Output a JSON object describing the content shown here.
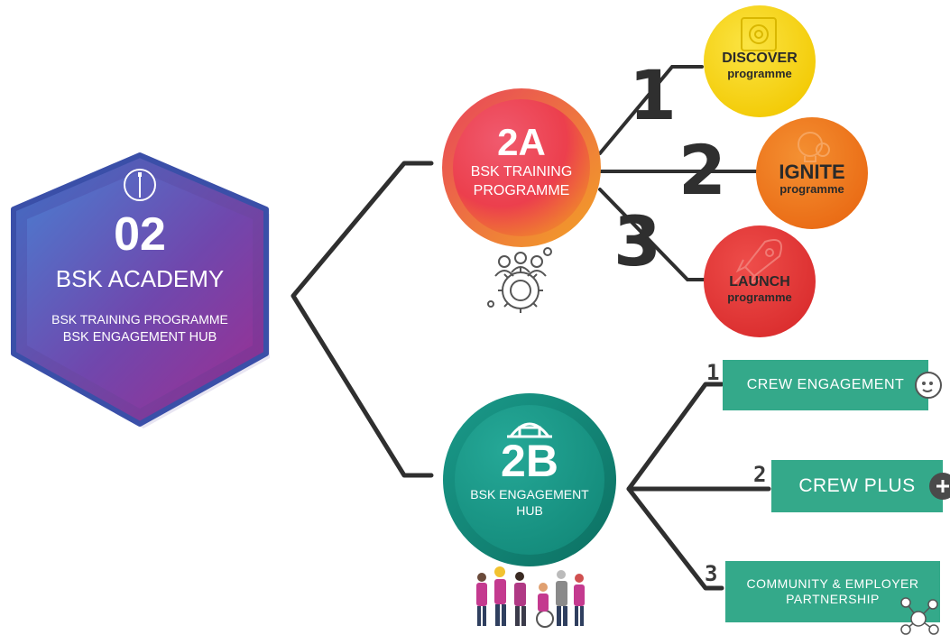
{
  "academy": {
    "number": "02",
    "title": "BSK ACADEMY",
    "line1": "BSK TRAINING PROGRAMME",
    "line2": "BSK ENGAGEMENT HUB"
  },
  "training": {
    "code": "2A",
    "line1": "BSK TRAINING",
    "line2": "PROGRAMME",
    "programmes": [
      {
        "number": "1",
        "name": "DISCOVER",
        "sub": "programme"
      },
      {
        "number": "2",
        "name": "IGNITE",
        "sub": "programme"
      },
      {
        "number": "3",
        "name": "LAUNCH",
        "sub": "programme"
      }
    ]
  },
  "hub": {
    "code": "2B",
    "line1": "BSK ENGAGEMENT",
    "line2": "HUB",
    "items": [
      {
        "number": "1",
        "line1": "CREW ENGAGEMENT",
        "line2": ""
      },
      {
        "number": "2",
        "line1": "CREW PLUS",
        "line2": ""
      },
      {
        "number": "3",
        "line1": "COMMUNITY & EMPLOYER",
        "line2": "PARTNERSHIP"
      }
    ]
  },
  "colors": {
    "connector": "#2f2f2f",
    "discover": "#f7d417",
    "ignite": "#ef7b1c",
    "launch": "#e43c35",
    "hub_box": "#34a98a"
  },
  "icons": [
    "compass-icon",
    "team-gear-icon",
    "lightbulb-gear-icon",
    "rocket-icon",
    "gear-icon",
    "helmet-icon",
    "chat-face-icon",
    "plus-circle-icon",
    "network-icon",
    "people-group-illustration"
  ]
}
